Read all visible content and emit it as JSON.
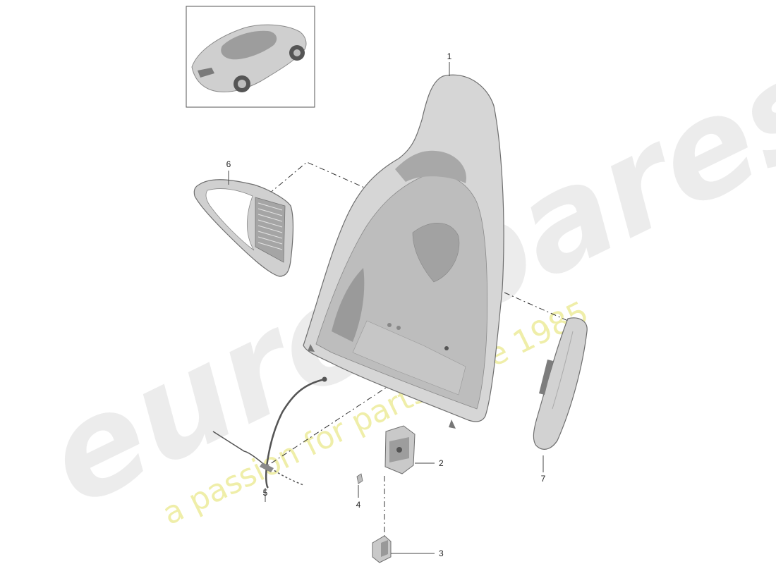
{
  "diagram": {
    "callouts": [
      {
        "id": "1",
        "label": "1"
      },
      {
        "id": "2",
        "label": "2"
      },
      {
        "id": "3",
        "label": "3"
      },
      {
        "id": "4",
        "label": "4"
      },
      {
        "id": "5",
        "label": "5"
      },
      {
        "id": "6",
        "label": "6"
      },
      {
        "id": "7",
        "label": "7"
      }
    ]
  },
  "watermark": {
    "brand": "eurospares",
    "tagline": "a passion for parts since 1985",
    "colors": {
      "brand": "#e6e6e6",
      "tagline": "#efeea0"
    }
  },
  "colors": {
    "part_fill": "#d3d3d3",
    "part_dark": "#a9a9a9",
    "part_outline": "#6e6e6e",
    "leader": "#444444"
  }
}
